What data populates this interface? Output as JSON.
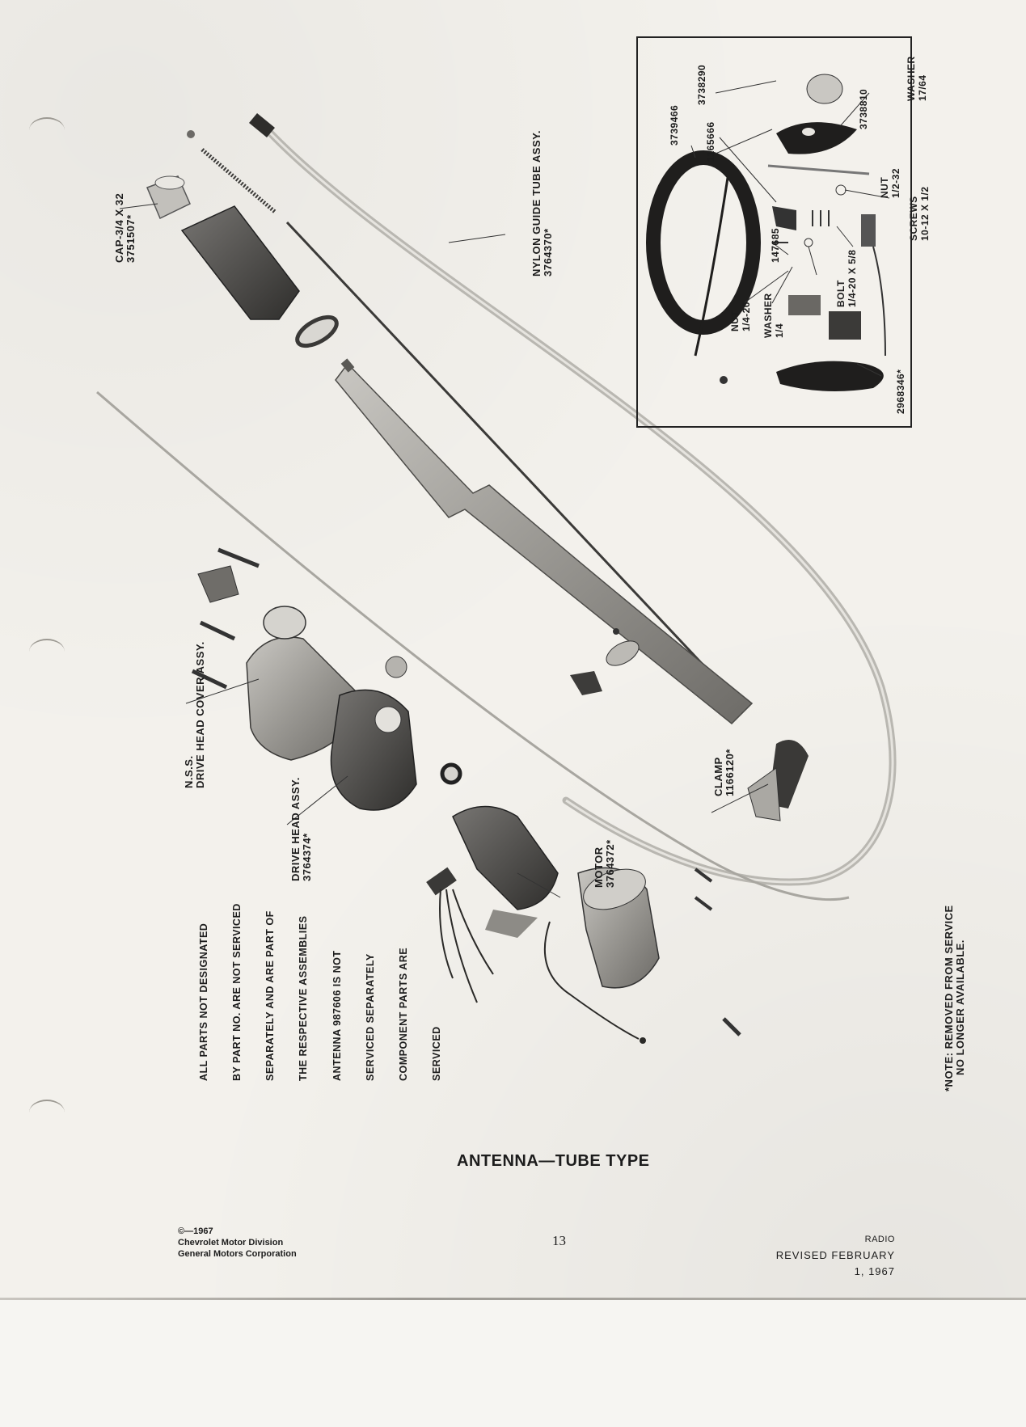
{
  "labels": {
    "cap": [
      "CAP-3/4 x 32",
      "3751507*"
    ],
    "nylon_guide_tube": [
      "NYLON GUIDE TUBE ASSY.",
      "3764370*"
    ],
    "drive_head_cover": [
      "N.S.S.",
      "DRIVE HEAD COVER ASSY."
    ],
    "drive_head": [
      "DRIVE HEAD ASSY.",
      "3764374*"
    ],
    "motor": [
      "MOTOR",
      "3764372*"
    ],
    "clamp": [
      "CLAMP",
      "1166120*"
    ],
    "inset_3739466": "3739466",
    "inset_3738290": "3738290",
    "inset_1165666": "1165666",
    "inset_3738810": "3738810",
    "inset_washer_top": [
      "WASHER",
      "17/64"
    ],
    "inset_nut_top": [
      "NUT",
      "1/2-32"
    ],
    "inset_screws": [
      "SCREWS",
      "10-12 x 1/2"
    ],
    "inset_147685": "147685",
    "inset_bolt": [
      "BOLT",
      "1/4-20 x 5/8"
    ],
    "inset_nut": [
      "NUT",
      "1/4-20"
    ],
    "inset_washer": [
      "WASHER",
      "1/4"
    ],
    "inset_2968346": "2968346*"
  },
  "notes": {
    "all_parts": [
      "ALL PARTS NOT DESIGNATED",
      "BY PART NO. ARE NOT SERVICED",
      "SEPARATELY AND ARE PART OF",
      "THE RESPECTIVE ASSEMBLIES",
      "ANTENNA 987606 IS NOT",
      "SERVICED SEPARATELY",
      "COMPONENT PARTS ARE",
      "SERVICED"
    ],
    "removed": [
      "*NOTE: REMOVED FROM SERVICE",
      "NO LONGER AVAILABLE."
    ]
  },
  "title": "ANTENNA—TUBE TYPE",
  "footer": {
    "copyright": "©—1967",
    "division": "Chevrolet Motor Division",
    "corporation": "General Motors Corporation",
    "page_number": "13",
    "section": "RADIO",
    "revised": "REVISED FEBRUARY 1, 1967"
  },
  "colors": {
    "paper": "#f3f1ec",
    "ink": "#1c1c1c",
    "part_shade": "#8a8883",
    "part_dark": "#3a3937"
  }
}
